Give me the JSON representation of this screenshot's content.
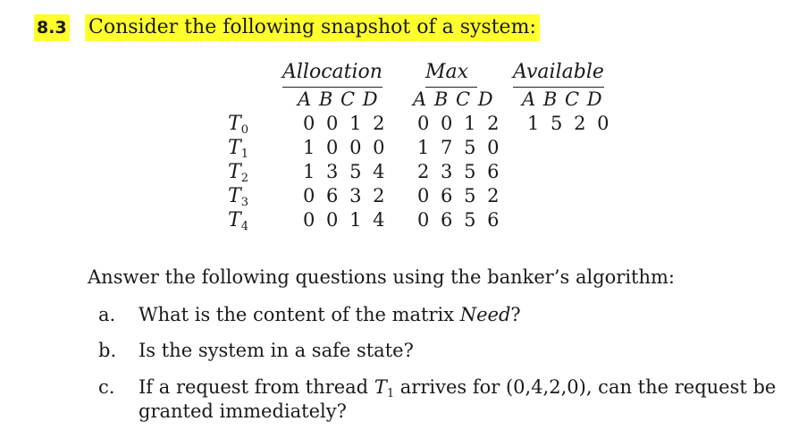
{
  "problem": {
    "number": "8.3",
    "title": "Consider the following snapshot of a system:"
  },
  "table": {
    "headers": {
      "allocation": "Allocation",
      "max": "Max",
      "available": "Available"
    },
    "resource_labels": "A B C D",
    "threads": [
      {
        "name": "T",
        "index": "0",
        "allocation": "0 0 1 2",
        "max": "0 0 1 2"
      },
      {
        "name": "T",
        "index": "1",
        "allocation": "1 0 0 0",
        "max": "1 7 5 0"
      },
      {
        "name": "T",
        "index": "2",
        "allocation": "1 3 5 4",
        "max": "2 3 5 6"
      },
      {
        "name": "T",
        "index": "3",
        "allocation": "0 6 3 2",
        "max": "0 6 5 2"
      },
      {
        "name": "T",
        "index": "4",
        "allocation": "0 0 1 4",
        "max": "0 6 5 6"
      }
    ],
    "available": "1 5 2 0"
  },
  "intro": "Answer the following questions using the banker’s algorithm:",
  "questions": {
    "a": {
      "label": "a.",
      "pre": "What is the content of the matrix ",
      "em": "Need",
      "post": "?"
    },
    "b": {
      "label": "b.",
      "text": "Is the system in a safe state?"
    },
    "c": {
      "label": "c.",
      "pre": "If a request from thread ",
      "thread": "T",
      "thread_index": "1",
      "post": " arrives for (0,4,2,0), can the request be",
      "line2": "granted immediately?"
    }
  },
  "colors": {
    "highlight": "#ffff2e",
    "text": "#1a1a1a"
  }
}
